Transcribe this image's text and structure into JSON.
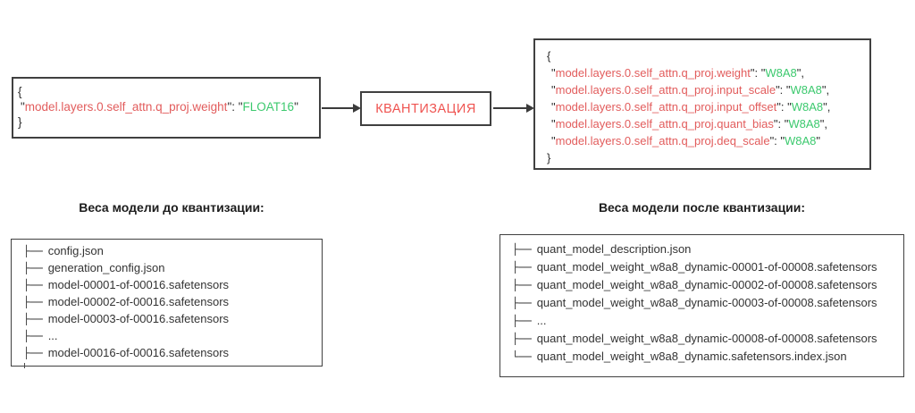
{
  "colors": {
    "key_red": "#e25c5c",
    "value_green": "#3cc96e",
    "quant_red": "#ef5350",
    "border_dark": "#404040",
    "text_dark": "#2d2d2d"
  },
  "punct": {
    "brace_open": "{",
    "brace_close": "}",
    "quote": "\"",
    "colon_sep": "\": \"",
    "comma": ","
  },
  "flow": {
    "before_json": {
      "key": "model.layers.0.self_attn.q_proj.weight",
      "value": "FLOAT16"
    },
    "quant_label": "КВАНТИЗАЦИЯ",
    "after_json": {
      "lines": [
        {
          "key": "model.layers.0.self_attn.q_proj.weight",
          "value": "W8A8",
          "comma": ","
        },
        {
          "key": "model.layers.0.self_attn.q_proj.input_scale",
          "value": "W8A8",
          "comma": ","
        },
        {
          "key": "model.layers.0.self_attn.q_proj.input_offset",
          "value": "W8A8",
          "comma": ","
        },
        {
          "key": "model.layers.0.self_attn.q_proj.quant_bias",
          "value": "W8A8",
          "comma": ","
        },
        {
          "key": "model.layers.0.self_attn.q_proj.deq_scale",
          "value": "W8A8",
          "comma": ""
        }
      ]
    }
  },
  "before_tree": {
    "title": "Веса модели до квантизации:",
    "items": [
      {
        "glyph": "├──",
        "name": "config.json"
      },
      {
        "glyph": "├──",
        "name": "generation_config.json"
      },
      {
        "glyph": "├──",
        "name": "model-00001-of-00016.safetensors"
      },
      {
        "glyph": "├──",
        "name": "model-00002-of-00016.safetensors"
      },
      {
        "glyph": "├──",
        "name": "model-00003-of-00016.safetensors"
      },
      {
        "glyph": "├──",
        "name": "..."
      },
      {
        "glyph": "├──",
        "name": "model-00016-of-00016.safetensors"
      }
    ]
  },
  "after_tree": {
    "title": "Веса модели после квантизации:",
    "items": [
      {
        "glyph": "├──",
        "name": "quant_model_description.json"
      },
      {
        "glyph": "├──",
        "name": "quant_model_weight_w8a8_dynamic-00001-of-00008.safetensors"
      },
      {
        "glyph": "├──",
        "name": "quant_model_weight_w8a8_dynamic-00002-of-00008.safetensors"
      },
      {
        "glyph": "├──",
        "name": "quant_model_weight_w8a8_dynamic-00003-of-00008.safetensors"
      },
      {
        "glyph": "├──",
        "name": "..."
      },
      {
        "glyph": "├──",
        "name": "quant_model_weight_w8a8_dynamic-00008-of-00008.safetensors"
      },
      {
        "glyph": "└──",
        "name": "quant_model_weight_w8a8_dynamic.safetensors.index.json"
      }
    ]
  }
}
